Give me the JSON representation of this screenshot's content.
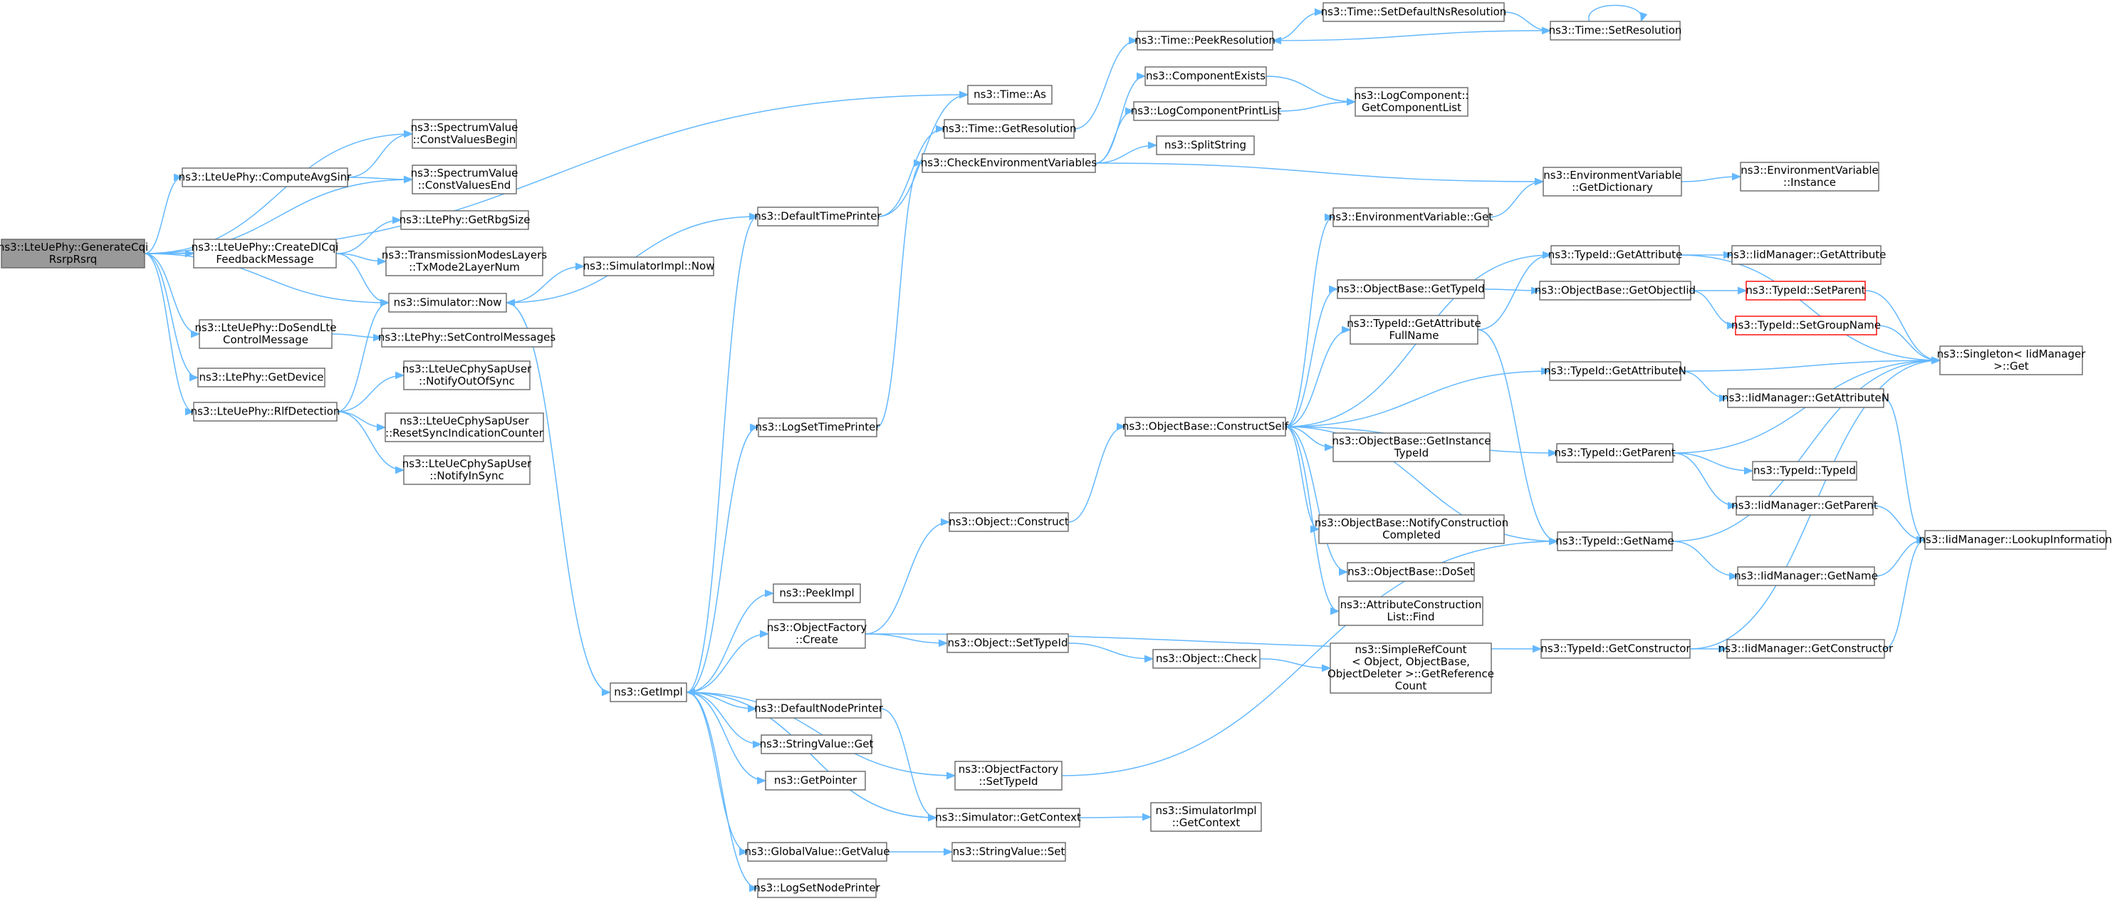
{
  "graph": {
    "title": "",
    "colors": {
      "edge": "#63b8ff",
      "root_fill": "#999999",
      "node_border": "#666666",
      "truncated_border": "#ff0000"
    },
    "nodes": [
      {
        "id": "root",
        "lines": [
          "ns3::LteUePhy::GenerateCqi",
          "RsrpRsrq"
        ],
        "root": true
      },
      {
        "id": "timeAs",
        "lines": [
          "ns3::Time::As"
        ]
      },
      {
        "id": "svBegin",
        "lines": [
          "ns3::SpectrumValue",
          "::ConstValuesBegin"
        ]
      },
      {
        "id": "svEnd",
        "lines": [
          "ns3::SpectrumValue",
          "::ConstValuesEnd"
        ]
      },
      {
        "id": "computeAvgSinr",
        "lines": [
          "ns3::LteUePhy::ComputeAvgSinr"
        ]
      },
      {
        "id": "createDlCqi",
        "lines": [
          "ns3::LteUePhy::CreateDlCqi",
          "FeedbackMessage"
        ]
      },
      {
        "id": "getRbgSize",
        "lines": [
          "ns3::LtePhy::GetRbgSize"
        ]
      },
      {
        "id": "txMode2Layer",
        "lines": [
          "ns3::TransmissionModesLayers",
          "::TxMode2LayerNum"
        ]
      },
      {
        "id": "simNow",
        "lines": [
          "ns3::Simulator::Now"
        ]
      },
      {
        "id": "simImplNow",
        "lines": [
          "ns3::SimulatorImpl::Now"
        ]
      },
      {
        "id": "doSendLte",
        "lines": [
          "ns3::LteUePhy::DoSendLte",
          "ControlMessage"
        ]
      },
      {
        "id": "setCtrlMsgs",
        "lines": [
          "ns3::LtePhy::SetControlMessages"
        ]
      },
      {
        "id": "getDevice",
        "lines": [
          "ns3::LtePhy::GetDevice"
        ]
      },
      {
        "id": "notifyOutOfSync",
        "lines": [
          "ns3::LteUeCphySapUser",
          "::NotifyOutOfSync"
        ]
      },
      {
        "id": "rlfDetection",
        "lines": [
          "ns3::LteUePhy::RlfDetection"
        ]
      },
      {
        "id": "resetSync",
        "lines": [
          "ns3::LteUeCphySapUser",
          "::ResetSyncIndicationCounter"
        ]
      },
      {
        "id": "notifyInSync",
        "lines": [
          "ns3::LteUeCphySapUser",
          "::NotifyInSync"
        ]
      },
      {
        "id": "defaultTimePrinter",
        "lines": [
          "ns3::DefaultTimePrinter"
        ]
      },
      {
        "id": "logSetTimePrinter",
        "lines": [
          "ns3::LogSetTimePrinter"
        ]
      },
      {
        "id": "peekImpl",
        "lines": [
          "ns3::PeekImpl"
        ]
      },
      {
        "id": "ofCreate",
        "lines": [
          "ns3::ObjectFactory",
          "::Create"
        ]
      },
      {
        "id": "getImpl",
        "lines": [
          "ns3::GetImpl"
        ]
      },
      {
        "id": "defaultNodePrinter",
        "lines": [
          "ns3::DefaultNodePrinter"
        ]
      },
      {
        "id": "stringValueGet",
        "lines": [
          "ns3::StringValue::Get"
        ]
      },
      {
        "id": "getPointer",
        "lines": [
          "ns3::GetPointer"
        ]
      },
      {
        "id": "gvGetValue",
        "lines": [
          "ns3::GlobalValue::GetValue"
        ]
      },
      {
        "id": "logSetNodePrinter",
        "lines": [
          "ns3::LogSetNodePrinter"
        ]
      },
      {
        "id": "getResolution",
        "lines": [
          "ns3::Time::GetResolution"
        ]
      },
      {
        "id": "checkEnvVars",
        "lines": [
          "ns3::CheckEnvironmentVariables"
        ]
      },
      {
        "id": "objConstruct",
        "lines": [
          "ns3::Object::Construct"
        ]
      },
      {
        "id": "objSetTypeId",
        "lines": [
          "ns3::Object::SetTypeId"
        ]
      },
      {
        "id": "ofSetTypeId",
        "lines": [
          "ns3::ObjectFactory",
          "::SetTypeId"
        ]
      },
      {
        "id": "simGetContext",
        "lines": [
          "ns3::Simulator::GetContext"
        ]
      },
      {
        "id": "stringValueSet",
        "lines": [
          "ns3::StringValue::Set"
        ]
      },
      {
        "id": "peekResolution",
        "lines": [
          "ns3::Time::PeekResolution"
        ]
      },
      {
        "id": "componentExists",
        "lines": [
          "ns3::ComponentExists"
        ]
      },
      {
        "id": "logComponentPrintList",
        "lines": [
          "ns3::LogComponentPrintList"
        ]
      },
      {
        "id": "splitString",
        "lines": [
          "ns3::SplitString"
        ]
      },
      {
        "id": "obConstructSelf",
        "lines": [
          "ns3::ObjectBase::ConstructSelf"
        ]
      },
      {
        "id": "objCheck",
        "lines": [
          "ns3::Object::Check"
        ]
      },
      {
        "id": "simImplGetContext",
        "lines": [
          "ns3::SimulatorImpl",
          "::GetContext"
        ]
      },
      {
        "id": "setDefaultNsRes",
        "lines": [
          "ns3::Time::SetDefaultNsResolution"
        ]
      },
      {
        "id": "setResolution",
        "lines": [
          "ns3::Time::SetResolution"
        ]
      },
      {
        "id": "getComponentList",
        "lines": [
          "ns3::LogComponent::",
          "GetComponentList"
        ]
      },
      {
        "id": "envVarGet",
        "lines": [
          "ns3::EnvironmentVariable::Get"
        ]
      },
      {
        "id": "obGetTypeId",
        "lines": [
          "ns3::ObjectBase::GetTypeId"
        ]
      },
      {
        "id": "tidGetAttrFullName",
        "lines": [
          "ns3::TypeId::GetAttribute",
          "FullName"
        ]
      },
      {
        "id": "obGetInstanceTypeId",
        "lines": [
          "ns3::ObjectBase::GetInstance",
          "TypeId"
        ]
      },
      {
        "id": "obNotifyConstruction",
        "lines": [
          "ns3::ObjectBase::NotifyConstruction",
          "Completed"
        ]
      },
      {
        "id": "obDoSet",
        "lines": [
          "ns3::ObjectBase::DoSet"
        ]
      },
      {
        "id": "attrConstructionFind",
        "lines": [
          "ns3::AttributeConstruction",
          "List::Find"
        ]
      },
      {
        "id": "simpleRefCount",
        "lines": [
          "ns3::SimpleRefCount",
          "< Object, ObjectBase,",
          "ObjectDeleter >::GetReference",
          "Count"
        ]
      },
      {
        "id": "envVarGetDict",
        "lines": [
          "ns3::EnvironmentVariable",
          "::GetDictionary"
        ]
      },
      {
        "id": "envVarInstance",
        "lines": [
          "ns3::EnvironmentVariable",
          "::Instance"
        ]
      },
      {
        "id": "tidGetAttribute",
        "lines": [
          "ns3::TypeId::GetAttribute"
        ]
      },
      {
        "id": "obGetObjectIid",
        "lines": [
          "ns3::ObjectBase::GetObjectIid"
        ]
      },
      {
        "id": "tidGetAttributeN",
        "lines": [
          "ns3::TypeId::GetAttributeN"
        ]
      },
      {
        "id": "tidGetParent",
        "lines": [
          "ns3::TypeId::GetParent"
        ]
      },
      {
        "id": "tidGetName",
        "lines": [
          "ns3::TypeId::GetName"
        ]
      },
      {
        "id": "tidGetConstructor",
        "lines": [
          "ns3::TypeId::GetConstructor"
        ]
      },
      {
        "id": "iidGetAttribute",
        "lines": [
          "ns3::IidManager::GetAttribute"
        ]
      },
      {
        "id": "tidSetParent",
        "lines": [
          "ns3::TypeId::SetParent"
        ],
        "truncated": true
      },
      {
        "id": "tidSetGroupName",
        "lines": [
          "ns3::TypeId::SetGroupName"
        ],
        "truncated": true
      },
      {
        "id": "iidGetAttributeN",
        "lines": [
          "ns3::IidManager::GetAttributeN"
        ]
      },
      {
        "id": "tidTypeId",
        "lines": [
          "ns3::TypeId::TypeId"
        ]
      },
      {
        "id": "iidGetParent",
        "lines": [
          "ns3::IidManager::GetParent"
        ]
      },
      {
        "id": "iidGetName",
        "lines": [
          "ns3::IidManager::GetName"
        ]
      },
      {
        "id": "iidGetConstructor",
        "lines": [
          "ns3::IidManager::GetConstructor"
        ]
      },
      {
        "id": "singletonGet",
        "lines": [
          "ns3::Singleton< IidManager",
          ">::Get"
        ]
      },
      {
        "id": "iidLookup",
        "lines": [
          "ns3::IidManager::LookupInformation"
        ]
      }
    ],
    "edges": [
      [
        "root",
        "timeAs"
      ],
      [
        "root",
        "svBegin"
      ],
      [
        "root",
        "svEnd"
      ],
      [
        "root",
        "computeAvgSinr"
      ],
      [
        "root",
        "createDlCqi"
      ],
      [
        "root",
        "simNow"
      ],
      [
        "root",
        "doSendLte"
      ],
      [
        "root",
        "getDevice"
      ],
      [
        "root",
        "rlfDetection"
      ],
      [
        "computeAvgSinr",
        "svBegin"
      ],
      [
        "computeAvgSinr",
        "svEnd"
      ],
      [
        "createDlCqi",
        "getRbgSize"
      ],
      [
        "createDlCqi",
        "txMode2Layer"
      ],
      [
        "createDlCqi",
        "simNow"
      ],
      [
        "doSendLte",
        "setCtrlMsgs"
      ],
      [
        "rlfDetection",
        "simNow"
      ],
      [
        "rlfDetection",
        "notifyOutOfSync"
      ],
      [
        "rlfDetection",
        "resetSync"
      ],
      [
        "rlfDetection",
        "notifyInSync"
      ],
      [
        "simNow",
        "simImplNow"
      ],
      [
        "simNow",
        "getImpl"
      ],
      [
        "getImpl",
        "defaultTimePrinter"
      ],
      [
        "getImpl",
        "logSetTimePrinter"
      ],
      [
        "getImpl",
        "peekImpl"
      ],
      [
        "getImpl",
        "ofCreate"
      ],
      [
        "getImpl",
        "defaultNodePrinter"
      ],
      [
        "getImpl",
        "stringValueGet"
      ],
      [
        "getImpl",
        "getPointer"
      ],
      [
        "getImpl",
        "gvGetValue"
      ],
      [
        "getImpl",
        "logSetNodePrinter"
      ],
      [
        "getImpl",
        "ofSetTypeId"
      ],
      [
        "getImpl",
        "simGetContext"
      ],
      [
        "defaultTimePrinter",
        "timeAs"
      ],
      [
        "defaultTimePrinter",
        "getResolution"
      ],
      [
        "defaultTimePrinter",
        "simNow"
      ],
      [
        "logSetTimePrinter",
        "checkEnvVars"
      ],
      [
        "ofCreate",
        "objConstruct"
      ],
      [
        "ofCreate",
        "objSetTypeId"
      ],
      [
        "ofCreate",
        "tidGetConstructor"
      ],
      [
        "defaultNodePrinter",
        "simGetContext"
      ],
      [
        "gvGetValue",
        "stringValueSet"
      ],
      [
        "ofSetTypeId",
        "tidGetName"
      ],
      [
        "simGetContext",
        "getImpl"
      ],
      [
        "simGetContext",
        "simImplGetContext"
      ],
      [
        "getResolution",
        "peekResolution"
      ],
      [
        "checkEnvVars",
        "componentExists"
      ],
      [
        "checkEnvVars",
        "logComponentPrintList"
      ],
      [
        "checkEnvVars",
        "splitString"
      ],
      [
        "checkEnvVars",
        "envVarGetDict"
      ],
      [
        "objConstruct",
        "obConstructSelf"
      ],
      [
        "objSetTypeId",
        "objCheck"
      ],
      [
        "objCheck",
        "simpleRefCount"
      ],
      [
        "peekResolution",
        "setDefaultNsRes"
      ],
      [
        "setDefaultNsRes",
        "setResolution"
      ],
      [
        "setResolution",
        "peekResolution"
      ],
      [
        "setResolution",
        "setResolution"
      ],
      [
        "componentExists",
        "getComponentList"
      ],
      [
        "logComponentPrintList",
        "getComponentList"
      ],
      [
        "obConstructSelf",
        "envVarGet"
      ],
      [
        "obConstructSelf",
        "obGetTypeId"
      ],
      [
        "obConstructSelf",
        "tidGetAttrFullName"
      ],
      [
        "obConstructSelf",
        "obGetInstanceTypeId"
      ],
      [
        "obConstructSelf",
        "obNotifyConstruction"
      ],
      [
        "obConstructSelf",
        "obDoSet"
      ],
      [
        "obConstructSelf",
        "attrConstructionFind"
      ],
      [
        "obConstructSelf",
        "tidGetAttribute"
      ],
      [
        "obConstructSelf",
        "tidGetAttributeN"
      ],
      [
        "obConstructSelf",
        "tidGetParent"
      ],
      [
        "obConstructSelf",
        "tidGetName"
      ],
      [
        "envVarGet",
        "envVarGetDict"
      ],
      [
        "envVarGetDict",
        "envVarInstance"
      ],
      [
        "obGetTypeId",
        "obGetObjectIid"
      ],
      [
        "tidGetAttrFullName",
        "tidGetAttribute"
      ],
      [
        "tidGetAttrFullName",
        "tidGetName"
      ],
      [
        "tidGetAttribute",
        "iidGetAttribute"
      ],
      [
        "tidGetAttribute",
        "singletonGet"
      ],
      [
        "obGetObjectIid",
        "tidSetParent"
      ],
      [
        "obGetObjectIid",
        "tidSetGroupName"
      ],
      [
        "tidGetAttributeN",
        "iidGetAttributeN"
      ],
      [
        "tidGetAttributeN",
        "singletonGet"
      ],
      [
        "tidGetParent",
        "tidTypeId"
      ],
      [
        "tidGetParent",
        "iidGetParent"
      ],
      [
        "tidGetParent",
        "singletonGet"
      ],
      [
        "tidGetName",
        "iidGetName"
      ],
      [
        "tidGetName",
        "singletonGet"
      ],
      [
        "tidGetConstructor",
        "iidGetConstructor"
      ],
      [
        "tidGetConstructor",
        "singletonGet"
      ],
      [
        "tidSetParent",
        "singletonGet"
      ],
      [
        "tidSetGroupName",
        "singletonGet"
      ],
      [
        "iidGetAttributeN",
        "iidLookup"
      ],
      [
        "iidGetParent",
        "iidLookup"
      ],
      [
        "iidGetName",
        "iidLookup"
      ],
      [
        "iidGetConstructor",
        "iidLookup"
      ]
    ]
  }
}
